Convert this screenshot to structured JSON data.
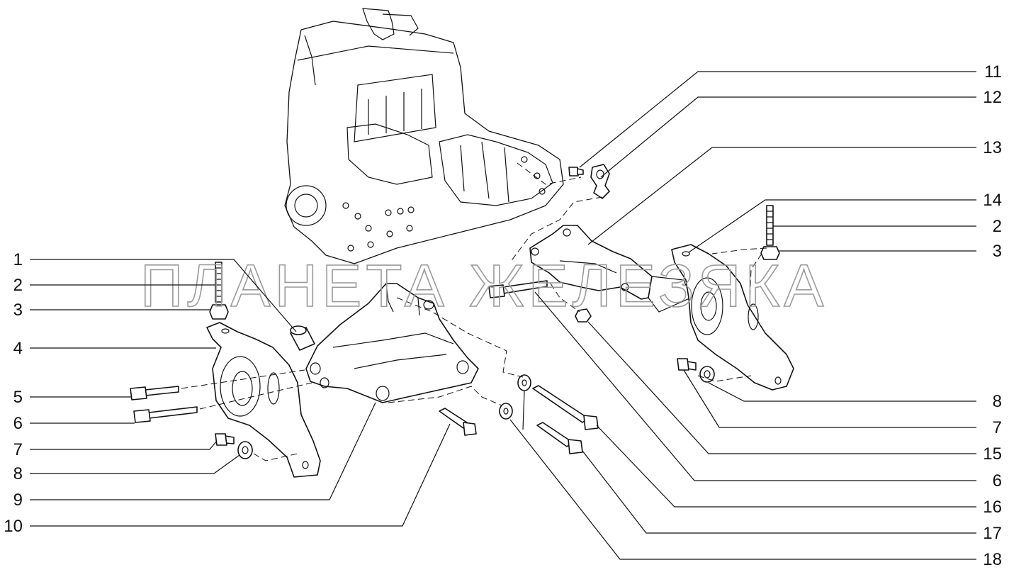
{
  "watermark": "ПЛАНЕТА ЖЕЛЕЗЯКА",
  "callouts": {
    "left": [
      "1",
      "2",
      "3",
      "4",
      "5",
      "6",
      "7",
      "8",
      "9",
      "10"
    ],
    "right": [
      "11",
      "12",
      "13",
      "14",
      "2",
      "3",
      "8",
      "7",
      "15",
      "6",
      "16",
      "17",
      "18"
    ]
  }
}
